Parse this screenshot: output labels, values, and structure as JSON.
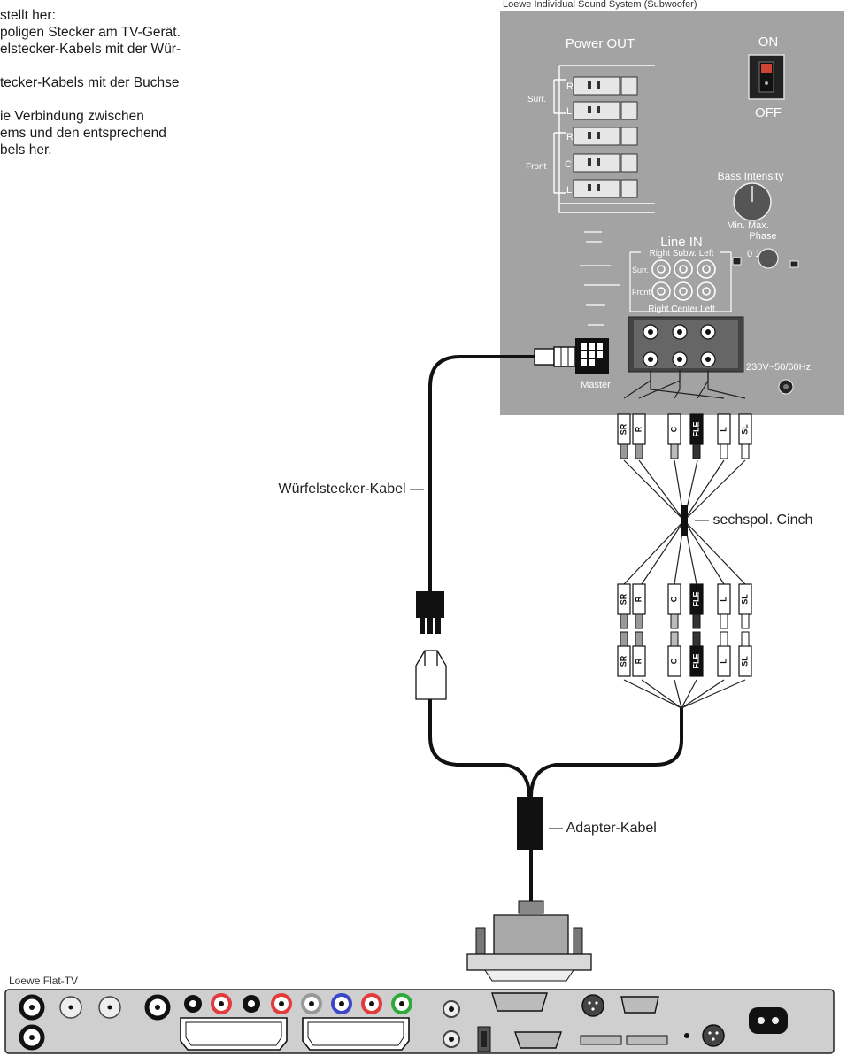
{
  "intro_lines": [
    "stellt her:",
    "poligen Stecker am TV-Gerät.",
    "elstecker-Kabels mit der Wür-",
    "",
    "tecker-Kabels mit der Buchse",
    "",
    "ie Verbindung zwischen",
    "ems und den entsprechend",
    "bels her."
  ],
  "subwoofer": {
    "caption": "Loewe Individual Sound System (Subwoofer)",
    "power_out": "Power OUT",
    "surr": "Surr.",
    "front": "Front",
    "r": "R",
    "l": "L",
    "c": "C",
    "on": "ON",
    "off": "OFF",
    "bass_intensity": "Bass Intensity",
    "min_max": "Min. Max.",
    "phase": "Phase",
    "phase_values": "0  180",
    "line_in": "Line IN",
    "line_in_top": "Right Subw. Left",
    "line_in_bottom": "Right Center Left",
    "surr_short": "Surr.",
    "front_short": "Front",
    "master": "Master",
    "mains": "230V~50/60Hz"
  },
  "plug_labels": [
    "SR",
    "R",
    "C",
    "FLE",
    "L",
    "SL"
  ],
  "callouts": {
    "wuerfel": "Würfelstecker-Kabel —",
    "cinch": "— sechspol. Cinch",
    "adapter": "— Adapter-Kabel"
  },
  "tv": {
    "label": "Loewe Flat-TV"
  },
  "colors": {
    "panel": "#a3a3a3",
    "tv_panel": "#cfcfcf",
    "cable": "#111111",
    "red_jack": "#e23b3b",
    "blue_jack": "#3b47c8",
    "green_jack": "#2eaa3a"
  }
}
